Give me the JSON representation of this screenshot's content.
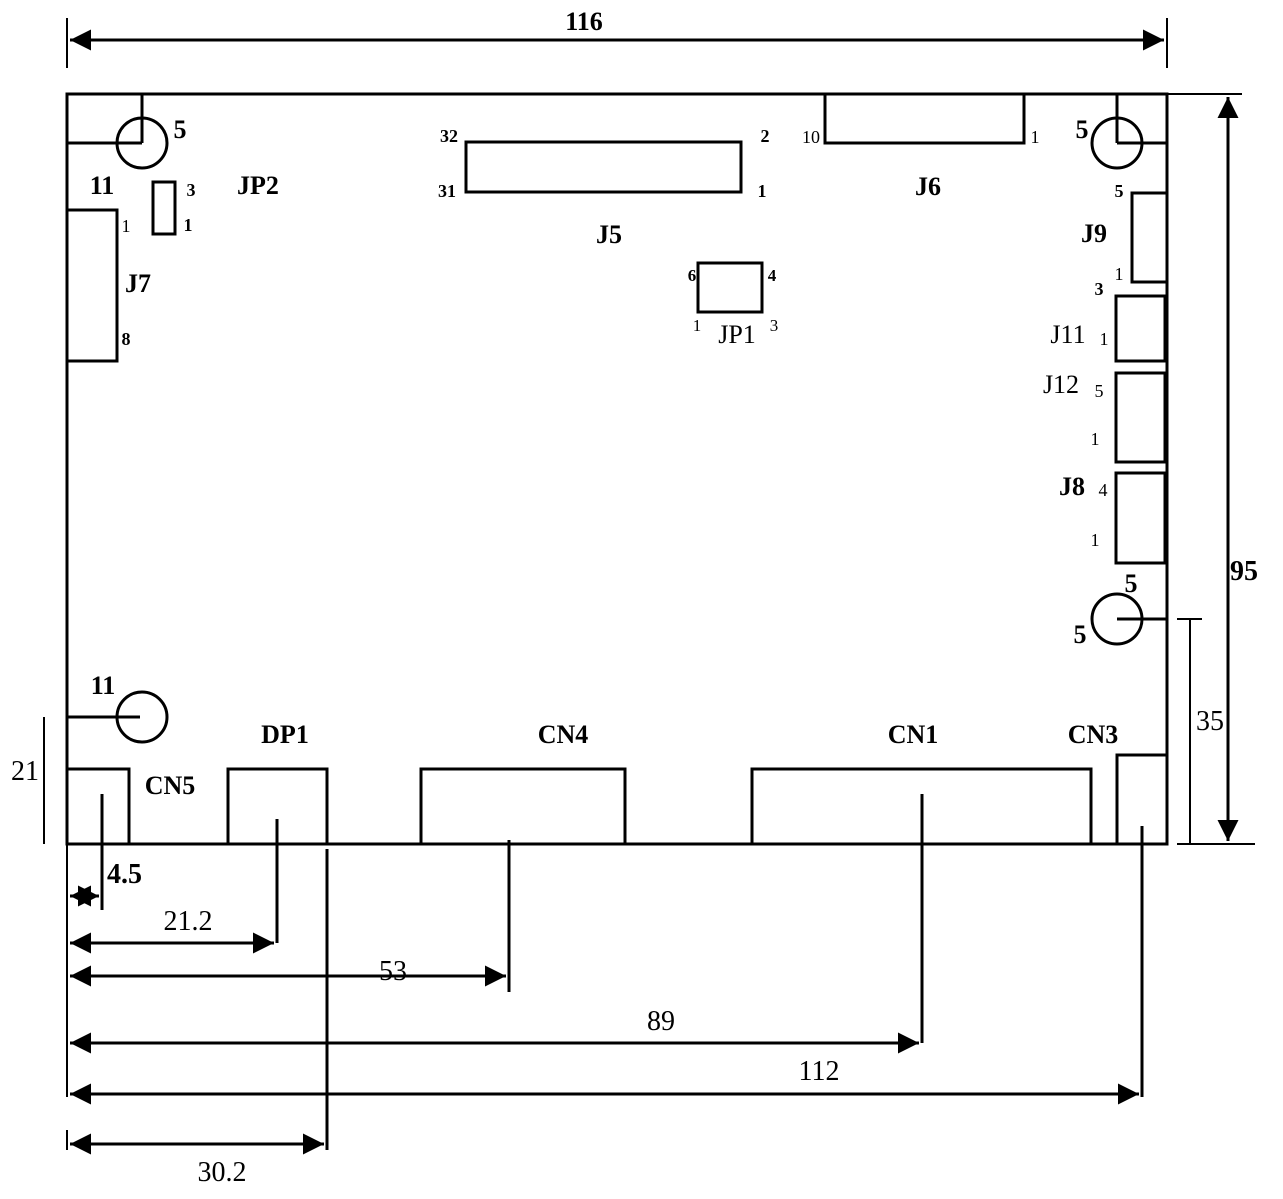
{
  "dimensions": {
    "width": "116",
    "height": "95",
    "side_offset": "35",
    "cn5_height": "21",
    "cn5_pos": "4.5",
    "dp1_pos": "21.2",
    "cn4_pos": "53",
    "cn1_pos": "89",
    "cn3_pos": "112",
    "dp1_edge": "30.2"
  },
  "holes": {
    "top_left": "5",
    "top_right": "5",
    "right_mid_top": "5",
    "right_mid_left": "5",
    "bottom_left": "11",
    "j7_top": "11"
  },
  "connectors": {
    "jp2": {
      "label": "JP2",
      "pin_top": "3",
      "pin_bottom": "1"
    },
    "j7": {
      "label": "J7",
      "pin_top": "1",
      "pin_bottom": "8"
    },
    "j5": {
      "label": "J5",
      "pin_tl": "32",
      "pin_bl": "31",
      "pin_tr": "2",
      "pin_br": "1"
    },
    "j6": {
      "label": "J6",
      "pin_left": "10",
      "pin_right": "1"
    },
    "jp1": {
      "label": "JP1",
      "pin_tl": "6",
      "pin_tr": "4",
      "pin_bl": "1",
      "pin_br": "3"
    },
    "j9": {
      "label": "J9",
      "pin_top": "5",
      "pin_bottom": "1"
    },
    "j11": {
      "label": "J11",
      "pin_top": "3",
      "pin_bottom": "1"
    },
    "j12": {
      "label": "J12",
      "pin_top": "5",
      "pin_bottom": "1"
    },
    "j8": {
      "label": "J8",
      "pin_top": "4",
      "pin_bottom": "1"
    },
    "cn5": {
      "label": "CN5"
    },
    "dp1": {
      "label": "DP1"
    },
    "cn4": {
      "label": "CN4"
    },
    "cn1": {
      "label": "CN1"
    },
    "cn3": {
      "label": "CN3"
    }
  }
}
